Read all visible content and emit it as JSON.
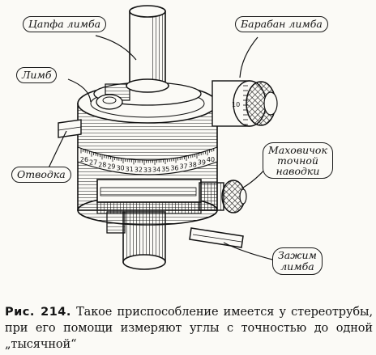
{
  "labels": {
    "tsapfa": "Цапфа лимба",
    "baraban": "Барабан лимба",
    "limb": "Лимб",
    "otvodka": "Отводка",
    "makhovichok_line1": "Маховичок",
    "makhovichok_line2": "точной",
    "makhovichok_line3": "наводки",
    "zazhim_line1": "Зажим",
    "zazhim_line2": "лимба"
  },
  "scale_numbers": [
    "26",
    "27",
    "28",
    "29",
    "30",
    "31",
    "32",
    "33",
    "34",
    "35",
    "36",
    "37",
    "38",
    "39",
    "40"
  ],
  "drum_number": "10",
  "caption": {
    "prefix": "Рис. 214.",
    "text": "Такое приспособление имеется у стереотрубы, при его помощи измеряют углы с точностью до одной „тысячной“"
  }
}
